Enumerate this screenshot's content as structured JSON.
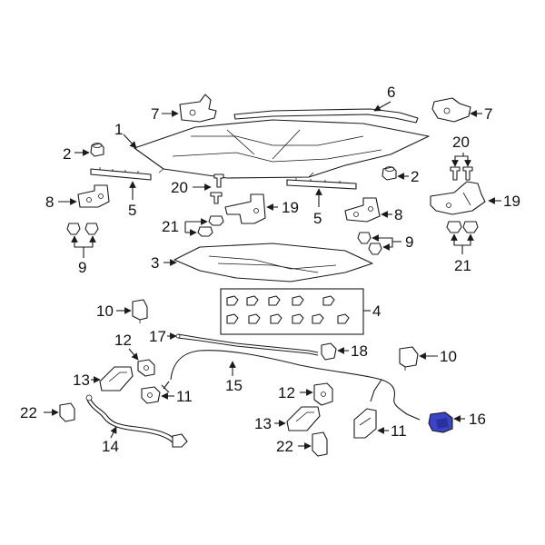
{
  "callouts": {
    "c1": "1",
    "c2a": "2",
    "c2b": "2",
    "c3": "3",
    "c4": "4",
    "c5a": "5",
    "c5b": "5",
    "c6": "6",
    "c7a": "7",
    "c7b": "7",
    "c8a": "8",
    "c8b": "8",
    "c9a": "9",
    "c9b": "9",
    "c10a": "10",
    "c10b": "10",
    "c11a": "11",
    "c11b": "11",
    "c12a": "12",
    "c12b": "12",
    "c13a": "13",
    "c13b": "13",
    "c14": "14",
    "c15": "15",
    "c16": "16",
    "c17": "17",
    "c18": "18",
    "c19a": "19",
    "c19b": "19",
    "c20a": "20",
    "c20b": "20",
    "c21a": "21",
    "c21b": "21",
    "c22a": "22",
    "c22b": "22"
  },
  "colors": {
    "highlight": "#3a44c8",
    "line": "#1a1a1a"
  }
}
